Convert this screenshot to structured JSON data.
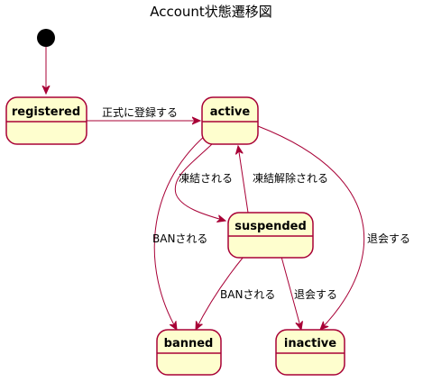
{
  "title": "Account状態遷移図",
  "colors": {
    "state_fill": "#FEFECE",
    "state_border": "#A80036",
    "edge": "#A80036",
    "start": "#000000"
  },
  "states": {
    "registered": "registered",
    "active": "active",
    "suspended": "suspended",
    "banned": "banned",
    "inactive": "inactive"
  },
  "transitions": {
    "registered_to_active": "正式に登録する",
    "active_to_suspended": "凍結される",
    "suspended_to_active": "凍結解除される",
    "active_to_banned": "BANされる",
    "active_to_inactive": "退会する",
    "suspended_to_banned": "BANされる",
    "suspended_to_inactive": "退会する"
  }
}
